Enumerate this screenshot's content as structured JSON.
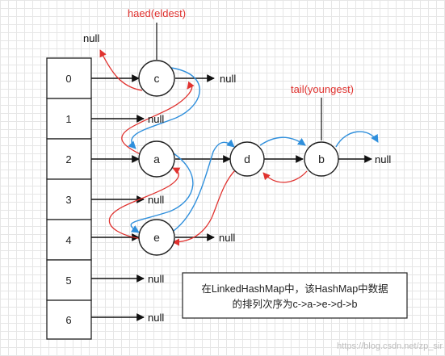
{
  "labels": {
    "head": "haed(eldest)",
    "tail": "tail(youngest)"
  },
  "null_text": "null",
  "buckets": [
    "0",
    "1",
    "2",
    "3",
    "4",
    "5",
    "6"
  ],
  "nodes": {
    "c": "c",
    "a": "a",
    "e": "e",
    "d": "d",
    "b": "b"
  },
  "note": {
    "line1": "在LinkedHashMap中，该HashMap中数据",
    "line2": "的排列次序为c->a->e->d->b"
  },
  "watermark": "https://blog.csdn.net/zp_sir",
  "colors": {
    "black": "#111111",
    "red": "#e0322f",
    "blue": "#2f8fdc"
  }
}
